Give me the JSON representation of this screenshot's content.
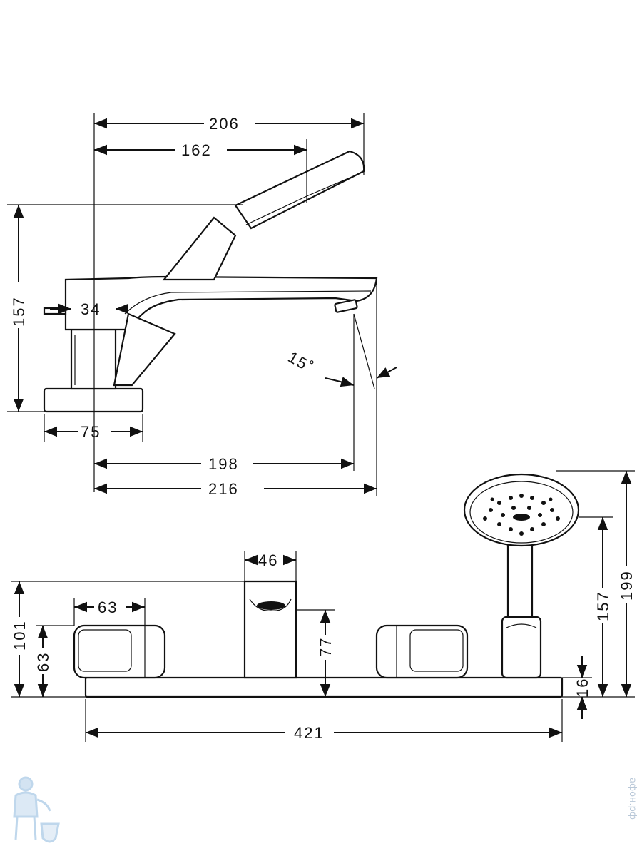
{
  "side_view": {
    "dims": {
      "d206": "206",
      "d162": "162",
      "d157": "157",
      "d34": "34",
      "angle": "15˚",
      "d75": "75",
      "d198": "198",
      "d216": "216"
    }
  },
  "front_view": {
    "dims": {
      "d46": "46",
      "d63_top": "63",
      "d101": "101",
      "d63_left": "63",
      "d77": "77",
      "d157": "157",
      "d199": "199",
      "d16": "16",
      "d421": "421"
    }
  },
  "watermark": "афон.рф",
  "colors": {
    "line": "#111111",
    "watermark": "#b9c8d8"
  }
}
